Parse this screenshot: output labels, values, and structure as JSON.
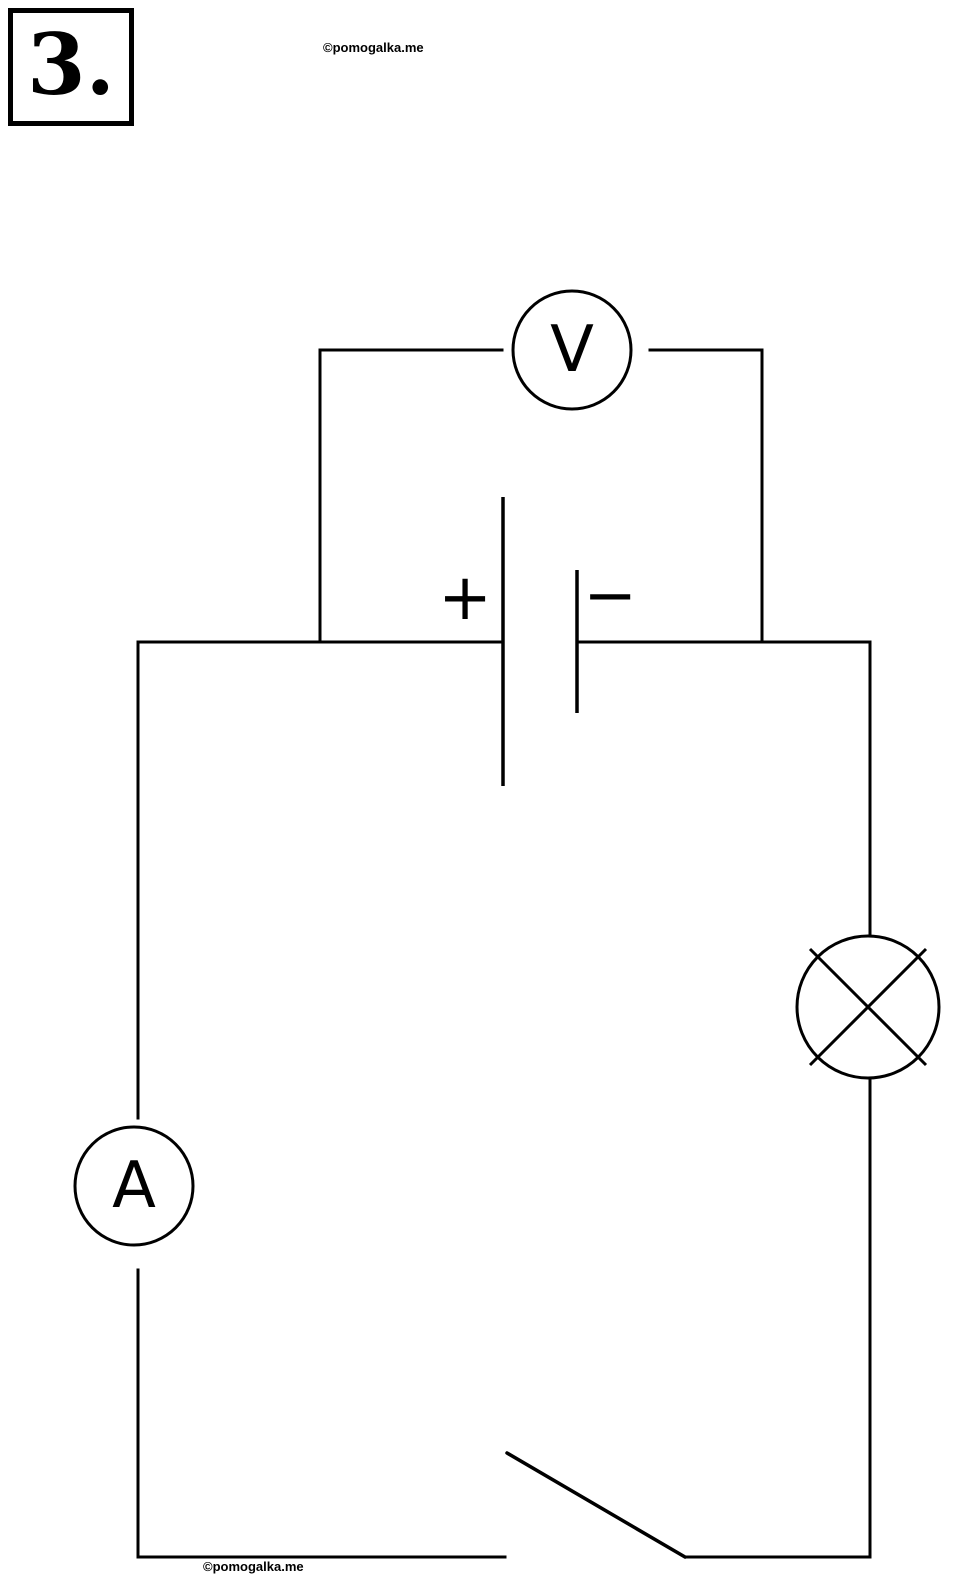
{
  "problem": {
    "number": "3."
  },
  "watermark": {
    "text": "©pomogalka.me"
  },
  "voltmeter": {
    "label": "V"
  },
  "ammeter": {
    "label": "A"
  },
  "battery": {
    "plus": "+",
    "minus": "−"
  },
  "lamp": {
    "icon": "lamp-cross-icon"
  },
  "switch": {
    "state": "open"
  },
  "colors": {
    "line": "#000000",
    "background": "#ffffff"
  }
}
